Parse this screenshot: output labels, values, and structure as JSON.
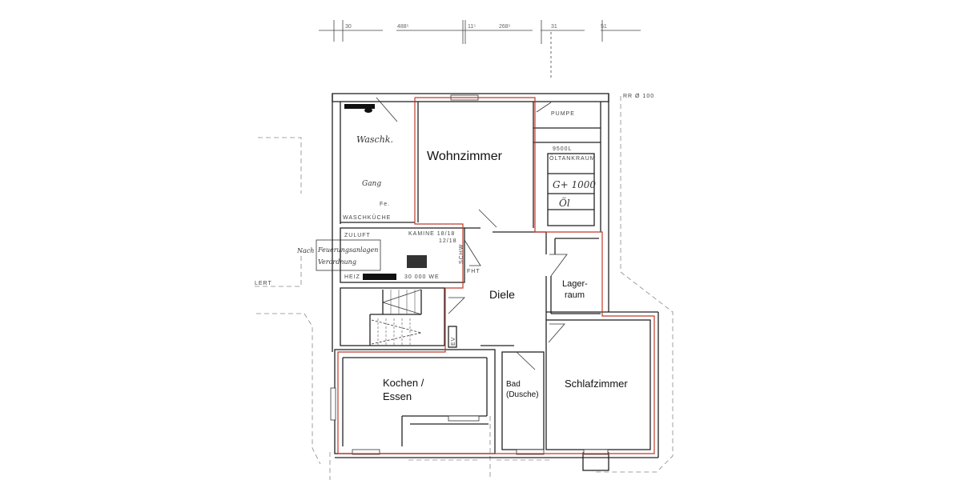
{
  "plan": {
    "rooms": {
      "wohnzimmer": "Wohnzimmer",
      "diele": "Diele",
      "lagerraum_1": "Lager-",
      "lagerraum_2": "raum",
      "kochen_1": "Kochen /",
      "kochen_2": "Essen",
      "bad_1": "Bad",
      "bad_2": "(Dusche)",
      "schlafzimmer": "Schlafzimmer"
    },
    "annotations": {
      "waschkueche": "WASCHKÜCHE",
      "waschk_hand": "Waschk.",
      "gang": "Gang",
      "fe": "Fe.",
      "pumpe": "PUMPE",
      "tankraum": "ÖLTANKRAUM",
      "tank_size": "9500L",
      "tank_hand": "G+ 1000",
      "oel_hand": "Öl",
      "rr": "RR Ø 100",
      "zuluft": "ZULUFT",
      "kamine_1": "KAMINE 18/18",
      "kamine_2": "12/18",
      "heiz": "HEIZ",
      "heizung_we": "30 000 WE",
      "schw": "SCHW",
      "fht": "FHT",
      "nach": "Nach",
      "feuerung_1": "Feuerungsanlagen",
      "feuerung_2": "Verordnung",
      "lert": "LERT",
      "ev": "EV"
    },
    "dimensions": {
      "d1": "30",
      "d2": "488⁵",
      "d3": "11⁵",
      "d4": "268⁵",
      "d5": "31",
      "d6": "51"
    },
    "colors": {
      "wall": "#222222",
      "outline_red": "#c0392b",
      "dashed": "#777777"
    }
  }
}
